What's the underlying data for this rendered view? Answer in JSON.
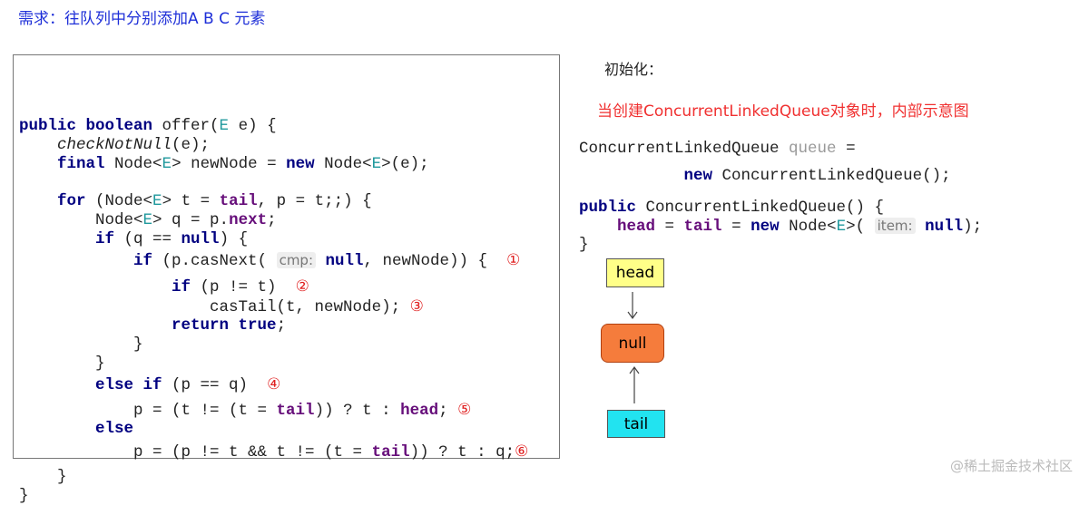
{
  "requirement": "需求：往队列中分别添加A B C 元素",
  "code_lines": [
    [
      [
        "kw",
        "public boolean "
      ],
      [
        "",
        "offer("
      ],
      [
        "gen",
        "E"
      ],
      [
        "",
        " e) {"
      ]
    ],
    [
      [
        "",
        "    "
      ],
      [
        "it",
        "checkNotNull"
      ],
      [
        "",
        "(e);"
      ]
    ],
    [
      [
        "",
        "    "
      ],
      [
        "kw",
        "final "
      ],
      [
        "",
        "Node<"
      ],
      [
        "gen",
        "E"
      ],
      [
        "",
        "> newNode = "
      ],
      [
        "kw",
        "new "
      ],
      [
        "",
        "Node<"
      ],
      [
        "gen",
        "E"
      ],
      [
        "",
        ">(e);"
      ]
    ],
    [
      [
        "",
        "    "
      ],
      [
        "kw",
        "for "
      ],
      [
        "",
        "(Node<"
      ],
      [
        "gen",
        "E"
      ],
      [
        "",
        "> t = "
      ],
      [
        "fld",
        "tail"
      ],
      [
        "",
        ", p = t;;) {"
      ]
    ],
    [
      [
        "",
        "        Node<"
      ],
      [
        "gen",
        "E"
      ],
      [
        "",
        "> q = p."
      ],
      [
        "fld",
        "next"
      ],
      [
        "",
        ";"
      ]
    ],
    [
      [
        "",
        "        "
      ],
      [
        "kw",
        "if "
      ],
      [
        "",
        "(q == "
      ],
      [
        "kw",
        "null"
      ],
      [
        "",
        ") {"
      ]
    ],
    [
      [
        "",
        "            "
      ],
      [
        "kw",
        "if "
      ],
      [
        "",
        "(p.casNext( "
      ],
      [
        "hint",
        "cmp:"
      ],
      [
        "kw",
        " null"
      ],
      [
        "",
        ", newNode)) {  "
      ],
      [
        "num",
        "①"
      ]
    ],
    [
      [
        "",
        "                "
      ],
      [
        "kw",
        "if "
      ],
      [
        "",
        "(p != t)  "
      ],
      [
        "num",
        "②"
      ]
    ],
    [
      [
        "",
        "                    casTail(t, newNode); "
      ],
      [
        "num",
        "③"
      ]
    ],
    [
      [
        "",
        "                "
      ],
      [
        "kw",
        "return true"
      ],
      [
        "",
        ";"
      ]
    ],
    [
      [
        "",
        "            }"
      ]
    ],
    [
      [
        "",
        "        }"
      ]
    ],
    [
      [
        "",
        "        "
      ],
      [
        "kw",
        "else if "
      ],
      [
        "",
        "(p == q)  "
      ],
      [
        "num",
        "④"
      ]
    ],
    [
      [
        "",
        "            p = (t != (t = "
      ],
      [
        "fld",
        "tail"
      ],
      [
        "",
        ")) ? t : "
      ],
      [
        "fld",
        "head"
      ],
      [
        "",
        "; "
      ],
      [
        "num",
        "⑤"
      ]
    ],
    [
      [
        "",
        "        "
      ],
      [
        "kw",
        "else"
      ]
    ],
    [
      [
        "",
        "            p = (p != t && t != (t = "
      ],
      [
        "fld",
        "tail"
      ],
      [
        "",
        ")) ? t : q;"
      ],
      [
        "num",
        "⑥"
      ]
    ],
    [
      [
        "",
        "    }"
      ]
    ],
    [
      [
        "",
        "}"
      ]
    ]
  ],
  "init_label": "初始化：",
  "red_title": "当创建ConcurrentLinkedQueue对象时，内部示意图",
  "right_code": [
    [
      [
        "",
        "ConcurrentLinkedQueue "
      ],
      [
        "gray",
        "queue"
      ],
      [
        "",
        " ="
      ]
    ],
    [
      [
        "",
        "           "
      ],
      [
        "kw",
        "new "
      ],
      [
        "",
        "ConcurrentLinkedQueue();"
      ]
    ],
    [
      [
        "kw",
        "public "
      ],
      [
        "",
        "ConcurrentLinkedQueue() {"
      ]
    ],
    [
      [
        "",
        "    "
      ],
      [
        "fld",
        "head"
      ],
      [
        "",
        " = "
      ],
      [
        "fld",
        "tail"
      ],
      [
        "",
        " = "
      ],
      [
        "kw",
        "new "
      ],
      [
        "",
        "Node<"
      ],
      [
        "gen",
        "E"
      ],
      [
        "",
        ">( "
      ],
      [
        "hint",
        "item:"
      ],
      [
        "kw",
        " null"
      ],
      [
        "",
        ");"
      ]
    ],
    [
      [
        "",
        "}"
      ]
    ]
  ],
  "diagram": {
    "head": "head",
    "null": "null",
    "tail": "tail",
    "colors": {
      "head": "#ffff88",
      "null": "#f57c3c",
      "tail": "#22e3f0"
    }
  },
  "watermark": "@稀土掘金技术社区"
}
